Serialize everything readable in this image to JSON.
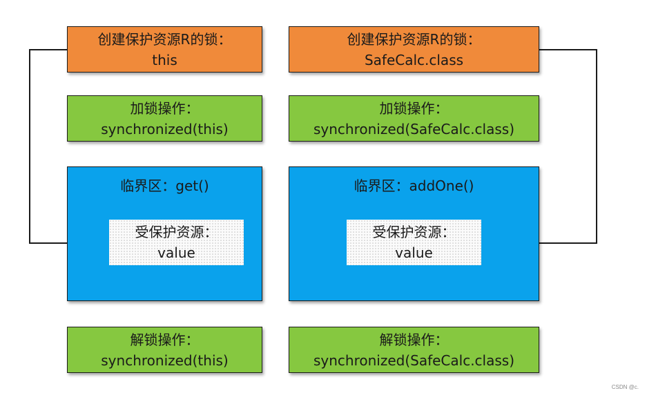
{
  "left": {
    "create_lock": {
      "label": "创建保护资源R的锁：",
      "value": "this"
    },
    "lock_op": {
      "label": "加锁操作：",
      "value": "synchronized(this)"
    },
    "critical": {
      "label": "临界区：get()"
    },
    "resource": {
      "label": "受保护资源：",
      "value": "value"
    },
    "unlock_op": {
      "label": "解锁操作：",
      "value": "synchronized(this)"
    }
  },
  "right": {
    "create_lock": {
      "label": "创建保护资源R的锁：",
      "value": "SafeCalc.class"
    },
    "lock_op": {
      "label": "加锁操作：",
      "value": "synchronized(SafeCalc.class)"
    },
    "critical": {
      "label": "临界区：addOne()"
    },
    "resource": {
      "label": "受保护资源：",
      "value": "value"
    },
    "unlock_op": {
      "label": "解锁操作：",
      "value": "synchronized(SafeCalc.class)"
    }
  },
  "colors": {
    "orange": "#f08a3a",
    "green": "#86c840",
    "blue": "#0aa2ec"
  },
  "watermark": "CSDN @c."
}
